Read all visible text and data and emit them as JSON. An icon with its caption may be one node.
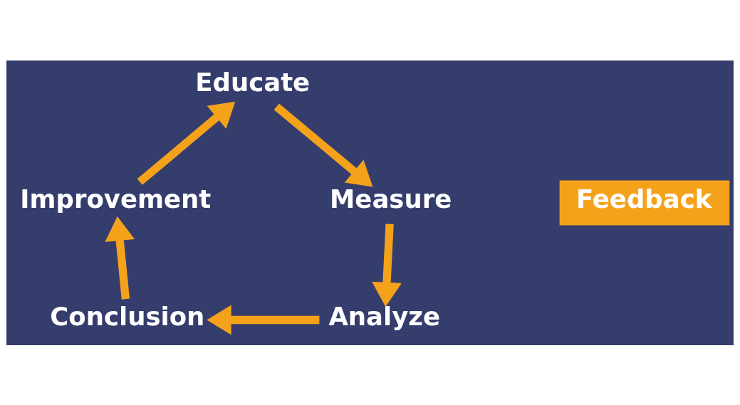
{
  "diagram": {
    "nodes": [
      {
        "text": [
          "Educate"
        ]
      },
      {
        "text": [
          "Measure"
        ]
      },
      {
        "text": [
          "Analyze"
        ]
      },
      {
        "text": [
          "Conclusion"
        ]
      },
      {
        "text": [
          "Improvement"
        ]
      },
      {
        "text": [
          "Feedback"
        ]
      }
    ],
    "edges": [
      {
        "from": 0,
        "to": 1,
        "arrow": "to"
      },
      {
        "from": 1,
        "to": 2,
        "arrow": "to"
      },
      {
        "from": 2,
        "to": 3,
        "arrow": "to"
      },
      {
        "from": 3,
        "to": 4,
        "arrow": "to"
      },
      {
        "from": 4,
        "to": 0,
        "arrow": "to"
      }
    ]
  }
}
